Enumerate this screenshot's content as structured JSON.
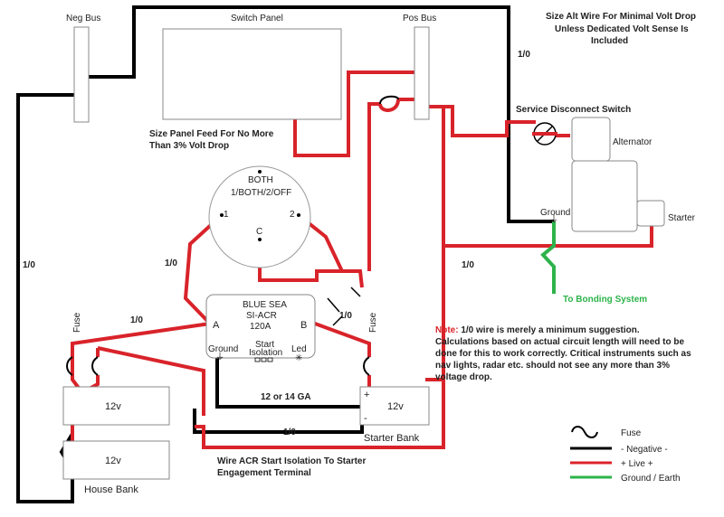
{
  "labels": {
    "neg_bus": "Neg Bus",
    "switch_panel": "Switch Panel",
    "pos_bus": "Pos Bus",
    "size_alt_wire": [
      "Size Alt Wire For Minimal Volt Drop",
      "Unless Dedicated Volt Sense Is",
      "Included"
    ],
    "wire_1_0": "1/0",
    "service_disconnect": "Service Disconnect Switch",
    "alternator": "Alternator",
    "starter": "Starter",
    "ground": "Ground",
    "size_panel_feed": [
      "Size Panel Feed For No More",
      "Than 3% Volt Drop"
    ],
    "selector_both": "BOTH",
    "selector_title": "1/BOTH/2/OFF",
    "selector_1": "1",
    "selector_2": "2",
    "selector_c": "C",
    "to_bonding": "To Bonding System",
    "acr_lines": [
      "BLUE SEA",
      "SI-ACR",
      "120A"
    ],
    "acr_a": "A",
    "acr_b": "B",
    "acr_ground": "Ground",
    "acr_start_iso": [
      "Start",
      "Isolation"
    ],
    "acr_led": "Led",
    "fuse_label": "Fuse",
    "battery_12v": "12v",
    "gauge_12_14": "12 or 14 GA",
    "plus": "+",
    "minus": "-",
    "starter_bank": "Starter Bank",
    "house_bank": "House Bank",
    "wire_acr_start": [
      "Wire ACR Start Isolation To Starter",
      "Engagement Terminal"
    ],
    "note_prefix": "Note:",
    "note_lines": [
      " 1/0 wire is merely a minimum suggestion.",
      "Calculations based on actual circuit length will need to be",
      "done for this to work correctly. Critical instruments such as",
      "nav lights, radar etc. should not see any more than 3%",
      "voltage drop."
    ]
  },
  "legend": {
    "fuse": "Fuse",
    "negative": "- Negative -",
    "live": "+ Live +",
    "ground": "Ground / Earth"
  },
  "colors": {
    "live": "#d9232a",
    "negative": "#000000",
    "ground": "#2db34a",
    "note": "#d9232a"
  }
}
